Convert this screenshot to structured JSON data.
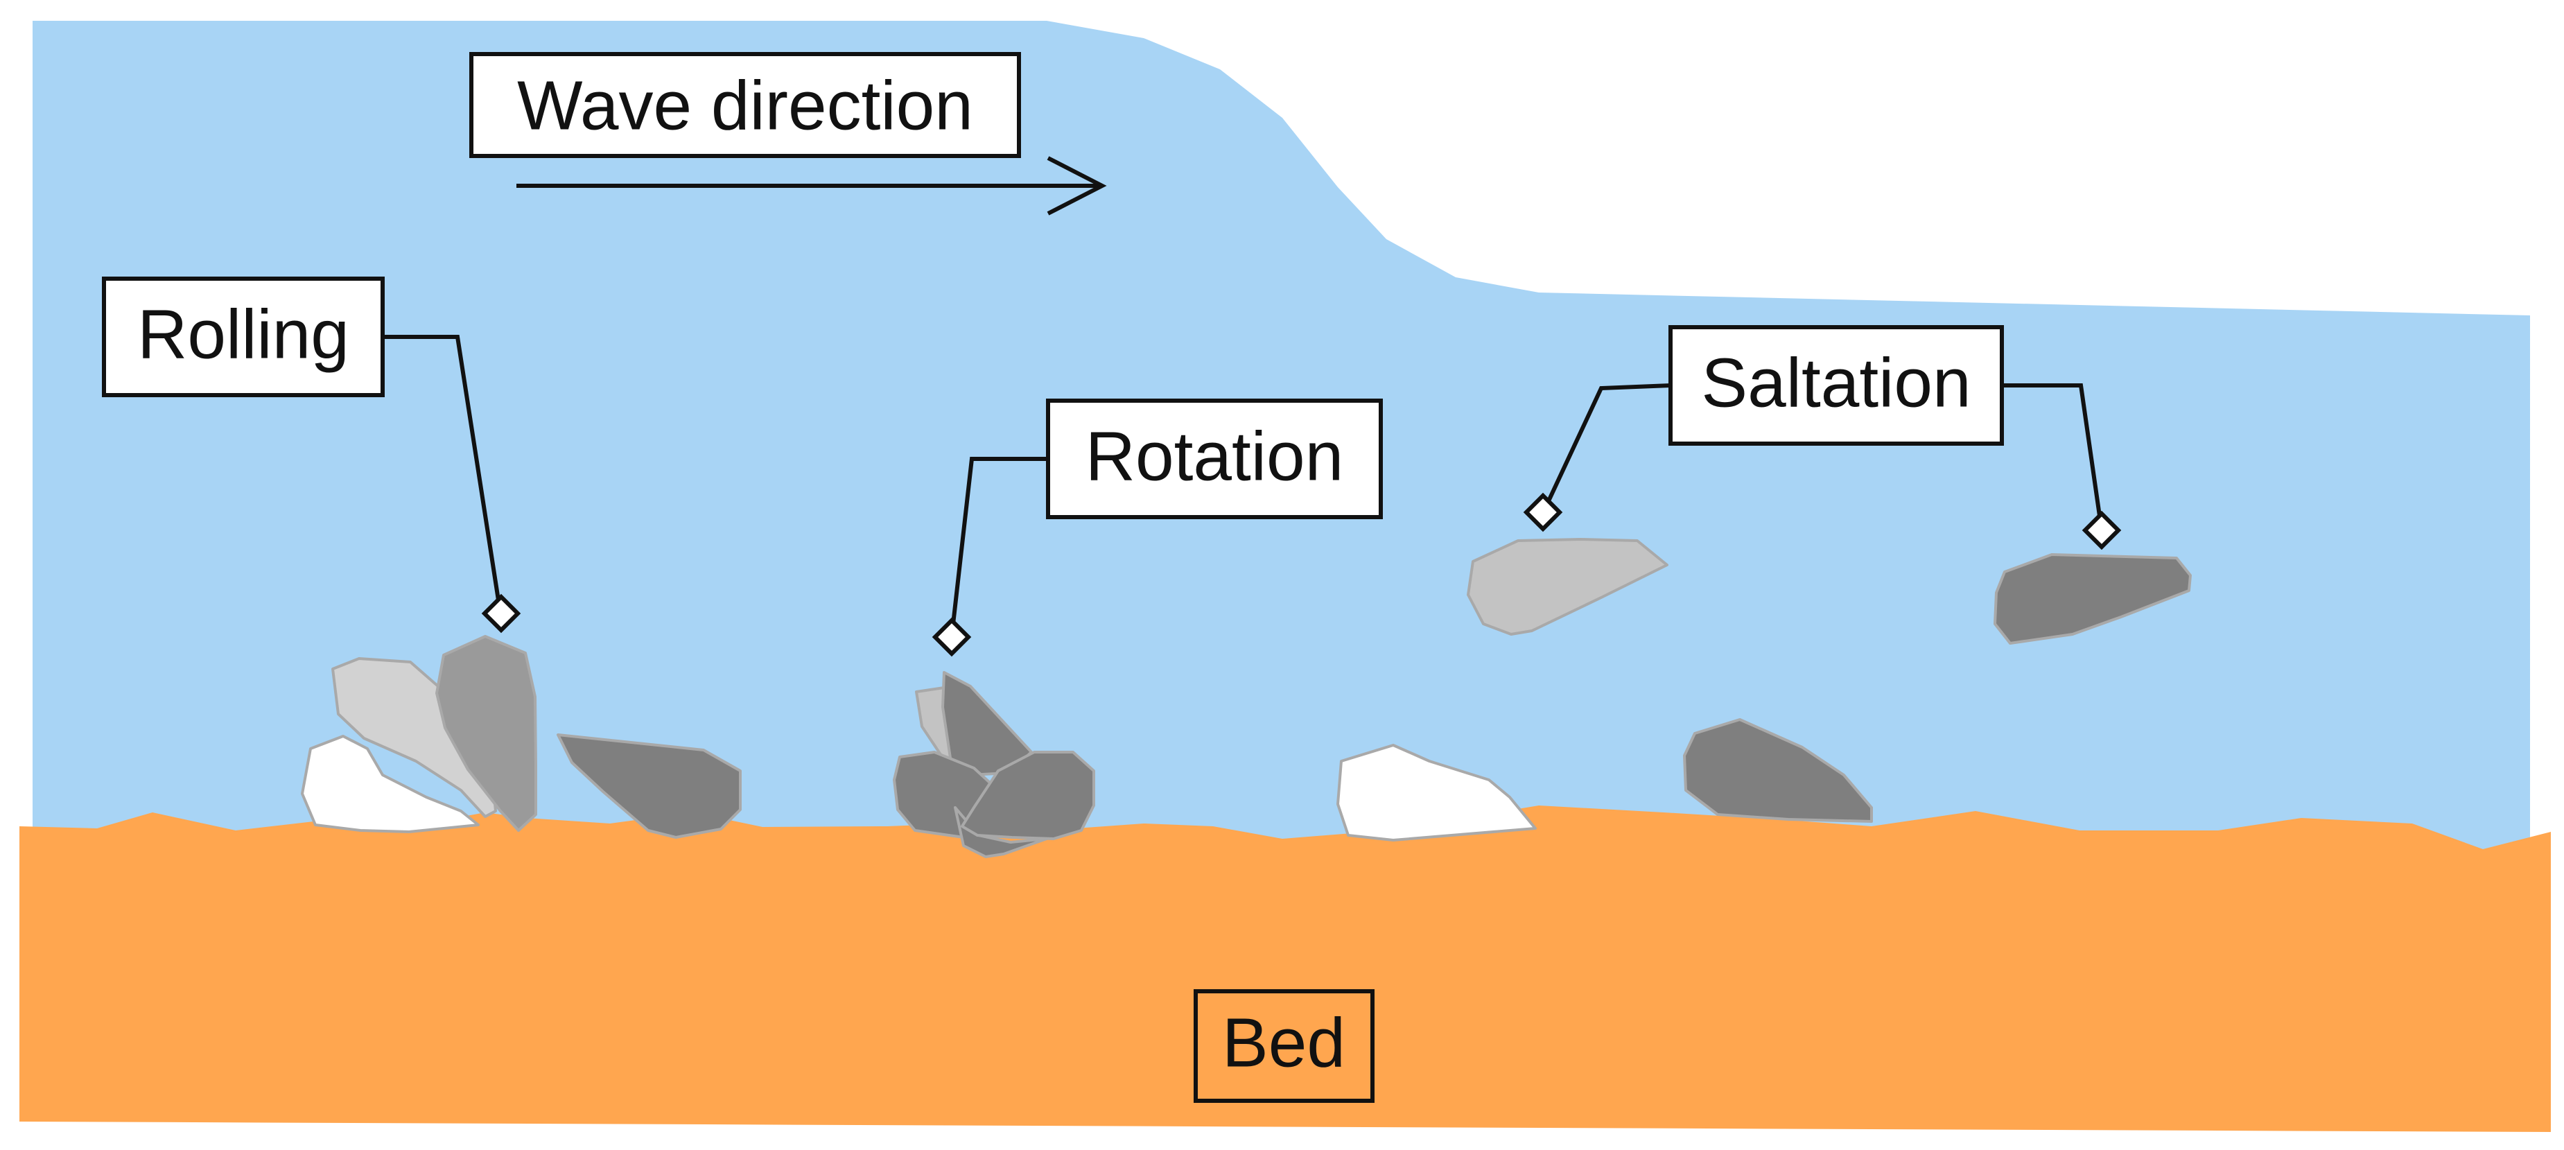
{
  "labels": {
    "wave_direction": "Wave direction",
    "rolling": "Rolling",
    "rotation": "Rotation",
    "saltation": "Saltation",
    "bed": "Bed"
  },
  "colors": {
    "water": "#A8D4F5",
    "bed": "#FFA64F",
    "rock_dark": "#7F7F7F",
    "rock_medium": "#9A9A9A",
    "rock_light": "#C3C3C3",
    "rock_lighter": "#D2D2D2",
    "rock_white": "#FFFFFF",
    "line": "#111111"
  }
}
